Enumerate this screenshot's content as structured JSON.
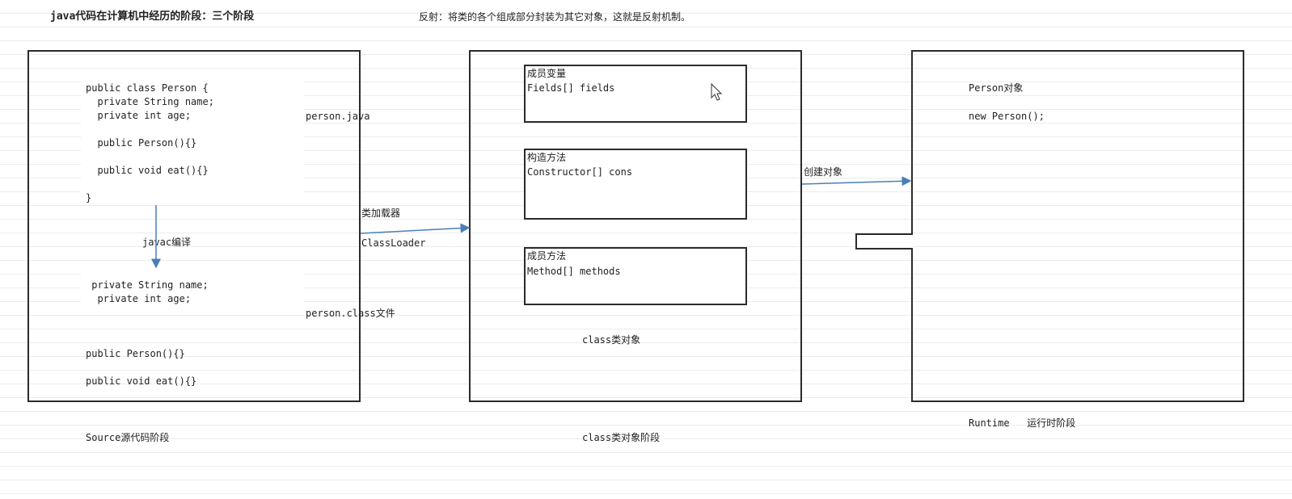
{
  "header": {
    "title": "java代码在计算机中经历的阶段：三个阶段",
    "reflection_note": "反射：将类的各个组成部分封装为其它对象，这就是反射机制。"
  },
  "source_stage": {
    "code_lines": [
      "public class Person {",
      "  private String name;",
      "  private int age;",
      "",
      "  public Person(){}",
      "",
      "  public void eat(){}",
      "",
      "}"
    ],
    "file_label": "person.java",
    "compile_label": "javac编译",
    "compiled_lines": [
      " private String name;",
      "  private int age;"
    ],
    "compiled_method_1": "public Person(){}",
    "compiled_method_2": "public void eat(){}",
    "class_file_label": "person.class文件",
    "stage_label": "Source源代码阶段"
  },
  "loader": {
    "label_cn": "类加载器",
    "label_en": "ClassLoader"
  },
  "class_stage": {
    "fields_title": "成员变量",
    "fields_code": "Fields[] fields",
    "ctor_title": "构造方法",
    "ctor_code": "Constructor[] cons",
    "methods_title": "成员方法",
    "methods_code": "Method[] methods",
    "object_label": "class类对象",
    "stage_label": "class类对象阶段"
  },
  "create_object_label": "创建对象",
  "runtime_stage": {
    "object_label": "Person对象",
    "new_expr": "new Person();",
    "stage_label": "Runtime   运行时阶段"
  },
  "colors": {
    "border": "#2b2b2b",
    "arrow": "#4a7fb5",
    "grid": "#e9ecef"
  }
}
